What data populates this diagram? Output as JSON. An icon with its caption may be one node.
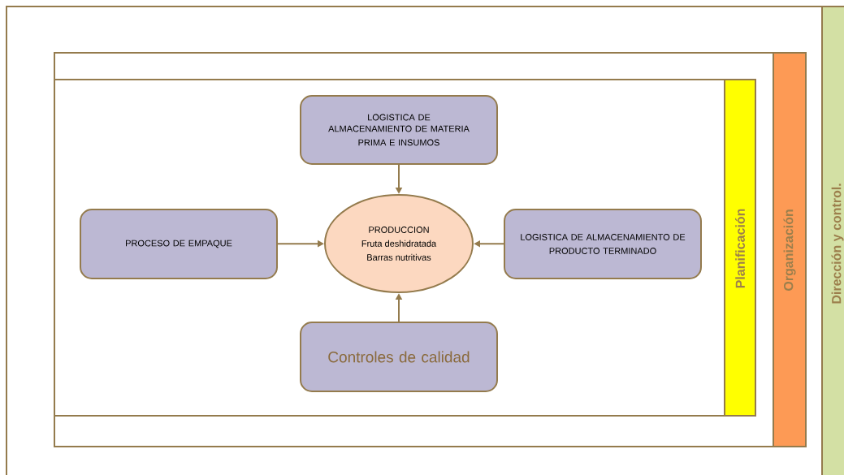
{
  "diagram": {
    "nodes": [
      {
        "text": [
          "LOGISTICA DE ALMACENAMIENTO DE MATERIA",
          "PRIMA E INSUMOS"
        ]
      },
      {
        "text": [
          "PROCESO DE EMPAQUE"
        ]
      },
      {
        "text": [
          "PRODUCCION",
          "Fruta deshidratada",
          "Barras nutritivas"
        ]
      },
      {
        "text": [
          "LOGISTICA DE ALMACENAMIENTO DE",
          "PRODUCTO TERMINADO"
        ]
      },
      {
        "text": [
          "Controles de calidad"
        ]
      },
      {
        "text": [
          "Planificación"
        ]
      },
      {
        "text": [
          "Organización"
        ]
      },
      {
        "text": [
          "Dirección y control."
        ]
      }
    ],
    "edges": [
      {
        "from": 0,
        "to": 2,
        "arrow": "to"
      },
      {
        "from": 1,
        "to": 2,
        "arrow": "to"
      },
      {
        "from": 3,
        "to": 2,
        "arrow": "to"
      },
      {
        "from": 4,
        "to": 2,
        "arrow": "to"
      }
    ]
  }
}
